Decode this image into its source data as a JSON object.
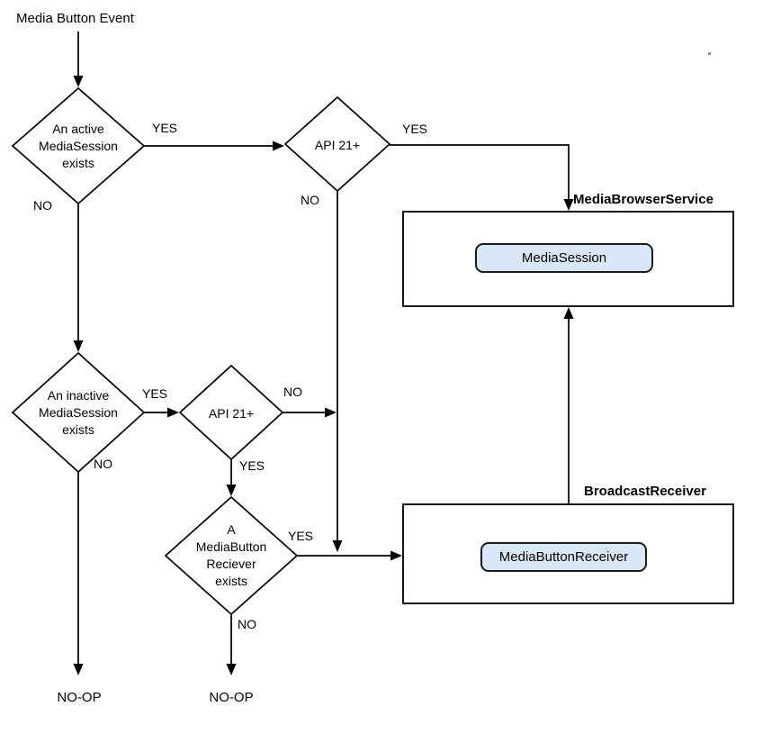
{
  "diagram": {
    "title": "Media Button Event",
    "decisions": {
      "active_session": {
        "text": "An active\nMediaSession\nexists",
        "yes": "YES",
        "no": "NO"
      },
      "api21_top": {
        "text": "API 21+",
        "yes": "YES",
        "no": "NO"
      },
      "inactive_session": {
        "text": "An inactive\nMediaSession\nexists",
        "yes": "YES",
        "no": "NO"
      },
      "api21_mid": {
        "text": "API 21+",
        "yes": "YES",
        "no": "NO"
      },
      "receiver_exists": {
        "text": "A\nMediaButton\nReciever\nexists",
        "yes": "YES",
        "no": "NO"
      }
    },
    "containers": {
      "media_browser_service": {
        "title": "MediaBrowserService",
        "component": "MediaSession"
      },
      "broadcast_receiver": {
        "title": "BroadcastReceiver",
        "component": "MediaButtonReceiver"
      }
    },
    "terminals": {
      "noop_left": "NO-OP",
      "noop_right": "NO-OP"
    },
    "colors": {
      "component_fill": "#d9e8f6",
      "line": "#000000"
    }
  }
}
